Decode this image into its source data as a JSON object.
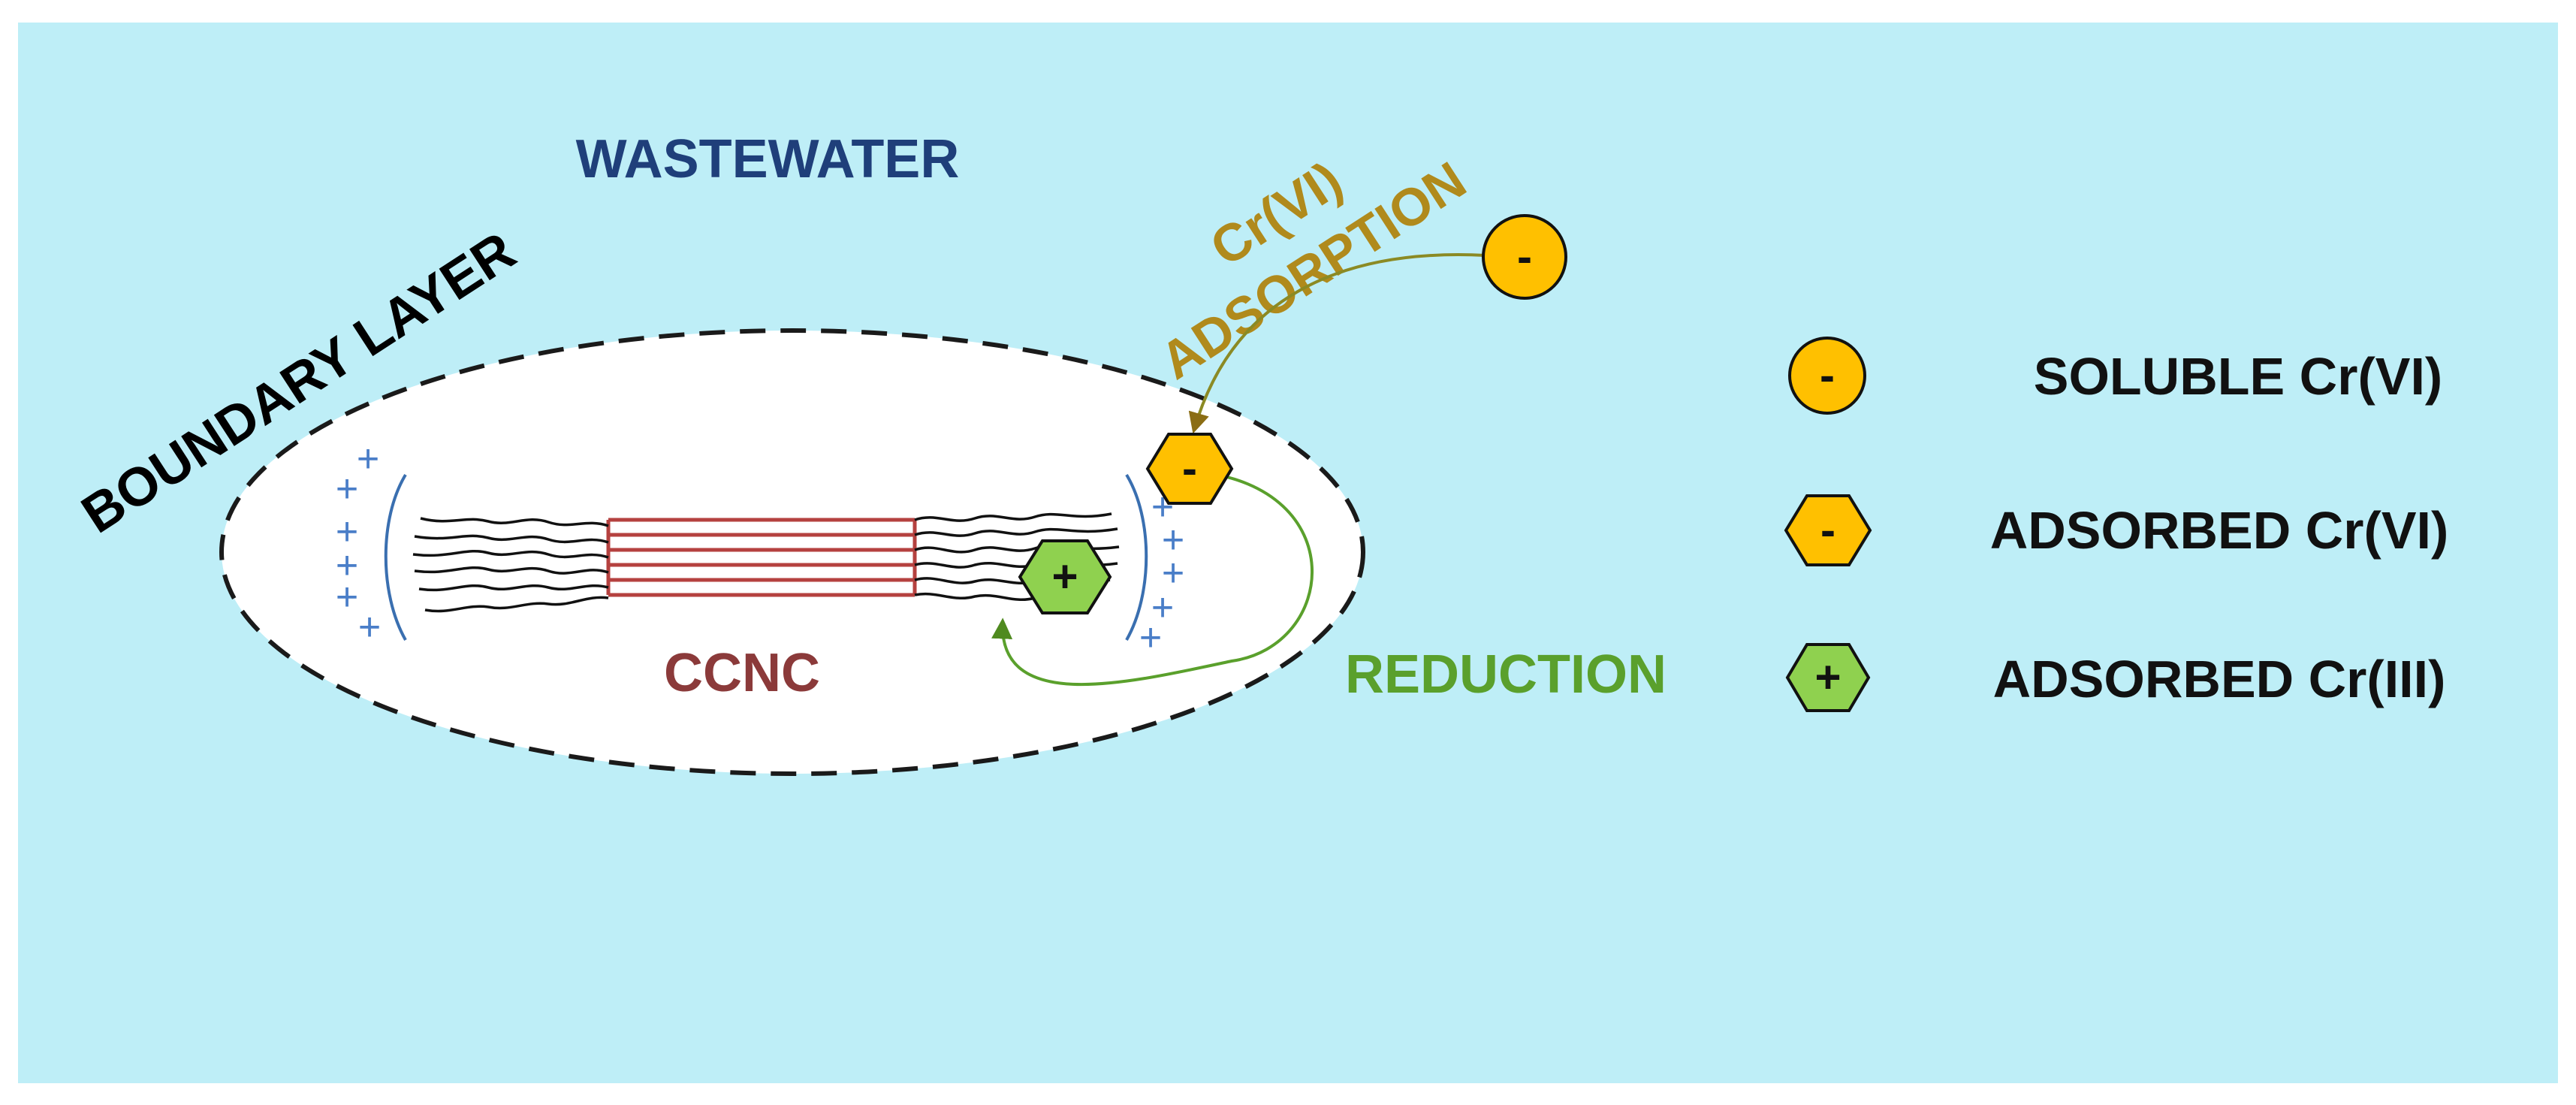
{
  "labels": {
    "wastewater": "WASTEWATER",
    "boundary_layer": "BOUNDARY LAYER",
    "adsorption_line1": "Cr(VI)",
    "adsorption_line2": "ADSORPTION",
    "ccnc": "CCNC",
    "reduction": "REDUCTION"
  },
  "symbols": {
    "minus": "-",
    "plus": "+"
  },
  "legend": [
    {
      "shape": "circle",
      "sign": "-",
      "label": "SOLUBLE Cr(VI)",
      "color": "#FFC000"
    },
    {
      "shape": "hexagon",
      "sign": "-",
      "label": "ADSORBED Cr(VI)",
      "color": "#FFC000"
    },
    {
      "shape": "hexagon",
      "sign": "+",
      "label": "ADSORBED Cr(III)",
      "color": "#8FD14F"
    }
  ],
  "colors": {
    "background": "#BEEEF7",
    "wastewater_text": "#1F3F7A",
    "boundary_text": "#000000",
    "adsorption_text": "#B08A1C",
    "ccnc_text": "#8B3A3A",
    "reduction_text": "#5AA02C",
    "charge_plus": "#4A7EC8",
    "crystal_lines": "#B5413F",
    "arrow": "#7E8A24"
  }
}
